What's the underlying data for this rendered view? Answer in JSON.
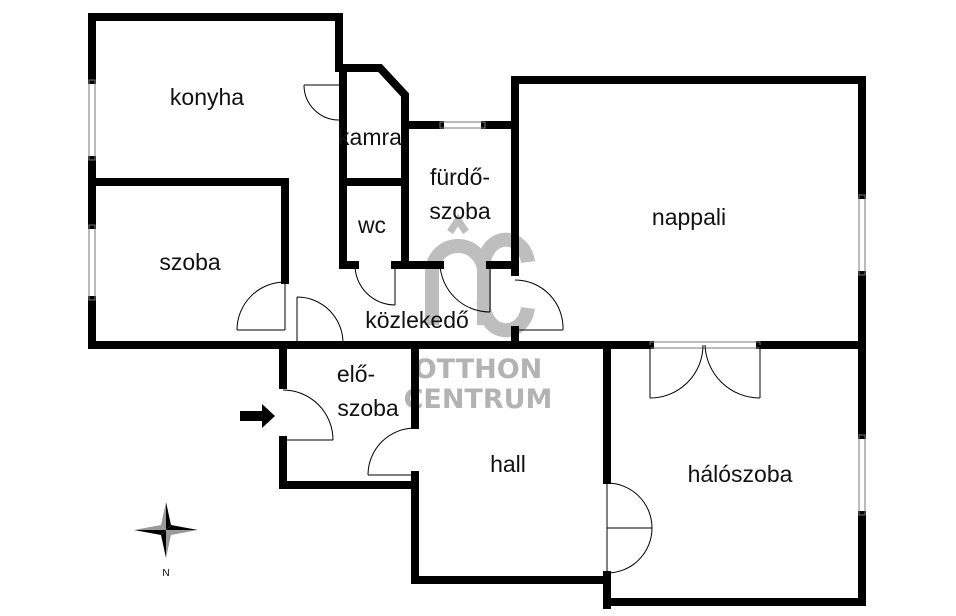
{
  "rooms": {
    "konyha": "konyha",
    "kamra": "kamra",
    "furdo_line1": "fürdő-",
    "furdo_line2": "szoba",
    "nappali": "nappali",
    "wc": "wc",
    "szoba": "szoba",
    "kozlekedo": "közlekedő",
    "eloszoba_line1": "elő-",
    "eloszoba_line2": "szoba",
    "hall": "hall",
    "haloszoba": "hálószoba"
  },
  "watermark": {
    "logo": "OC",
    "line1": "OTTHON",
    "line2": "CENTRUM"
  },
  "compass": {
    "label": "N"
  },
  "colors": {
    "wall": "#000000",
    "watermark": "#b3b3b3"
  }
}
